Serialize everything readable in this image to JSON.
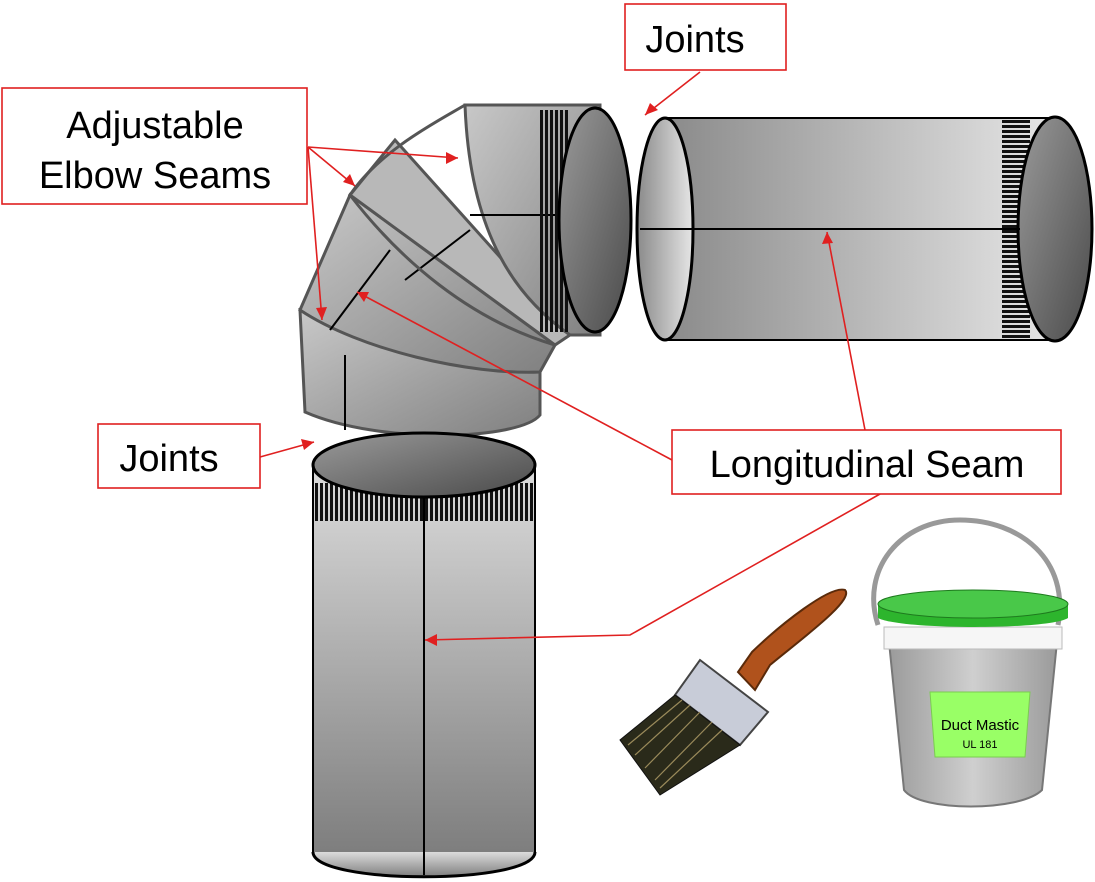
{
  "labels": {
    "joints_top": "Joints",
    "elbow_line1": "Adjustable",
    "elbow_line2": "Elbow Seams",
    "joints_left": "Joints",
    "longitudinal": "Longitudinal Seam"
  },
  "bucket": {
    "line1": "Duct Mastic",
    "line2": "UL 181"
  },
  "colors": {
    "callout_border": "#e02020",
    "arrow": "#e02020",
    "lid_green": "#2db52d",
    "label_green": "#99ff66",
    "brush_handle": "#b0521c"
  }
}
